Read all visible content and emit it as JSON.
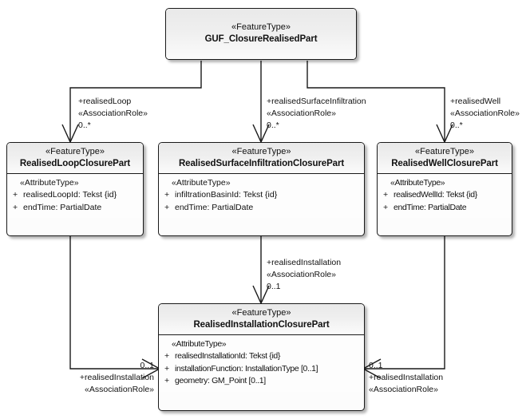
{
  "diagram": {
    "title": "GUF_ClosureRealisedPart UML class diagram",
    "stereotype_feature": "«FeatureType»",
    "stereotype_attribute": "«AttributeType»",
    "stereotype_association": "«AssociationRole»",
    "visibility_public": "+",
    "colors": {
      "header_top": "#e9e9e9",
      "header_bottom": "#fbfbfb",
      "body": "#fdfdfd",
      "border": "#1a1a1a",
      "text": "#111111",
      "canvas": "#ffffff"
    }
  },
  "classes": {
    "root": {
      "stereotype": "«FeatureType»",
      "name": "GUF_ClosureRealisedPart",
      "attribute_stereotype": "",
      "attributes": []
    },
    "loop": {
      "stereotype": "«FeatureType»",
      "name": "RealisedLoopClosurePart",
      "attribute_stereotype": "«AttributeType»",
      "attributes": [
        {
          "visibility": "+",
          "text": "realisedLoopId: Tekst {id}"
        },
        {
          "visibility": "+",
          "text": "endTime: PartialDate"
        }
      ]
    },
    "surface": {
      "stereotype": "«FeatureType»",
      "name": "RealisedSurfaceInfiltrationClosurePart",
      "attribute_stereotype": "«AttributeType»",
      "attributes": [
        {
          "visibility": "+",
          "text": "infiltrationBasinId: Tekst {id}"
        },
        {
          "visibility": "+",
          "text": "endTime: PartialDate"
        }
      ]
    },
    "well": {
      "stereotype": "«FeatureType»",
      "name": "RealisedWellClosurePart",
      "attribute_stereotype": "«AttributeType»",
      "attributes": [
        {
          "visibility": "+",
          "text": "realisedWellId: Tekst {id}"
        },
        {
          "visibility": "+",
          "text": "endTime: PartialDate"
        }
      ]
    },
    "installation": {
      "stereotype": "«FeatureType»",
      "name": "RealisedInstallationClosurePart",
      "attribute_stereotype": "«AttributeType»",
      "attributes": [
        {
          "visibility": "+",
          "text": "realisedInstallationId: Tekst {id}"
        },
        {
          "visibility": "+",
          "text": "installationFunction: InstallationType [0..1]"
        },
        {
          "visibility": "+",
          "text": "geometry: GM_Point [0..1]"
        }
      ]
    }
  },
  "associations": {
    "realised_loop": {
      "role": "+realisedLoop",
      "stereotype": "«AssociationRole»",
      "multiplicity": "0..*"
    },
    "realised_surface_infiltration": {
      "role": "+realisedSurfaceInfiltration",
      "stereotype": "«AssociationRole»",
      "multiplicity": "0..*"
    },
    "realised_well": {
      "role": "+realisedWell",
      "stereotype": "«AssociationRole»",
      "multiplicity": "0..*"
    },
    "realised_installation_center": {
      "role": "+realisedInstallation",
      "stereotype": "«AssociationRole»",
      "multiplicity": "0..1"
    },
    "realised_installation_left": {
      "role": "+realisedInstallation",
      "stereotype": "«AssociationRole»",
      "multiplicity": "0..1"
    },
    "realised_installation_right": {
      "role": "+realisedInstallation",
      "stereotype": "«AssociationRole»",
      "multiplicity": "0..1"
    }
  }
}
